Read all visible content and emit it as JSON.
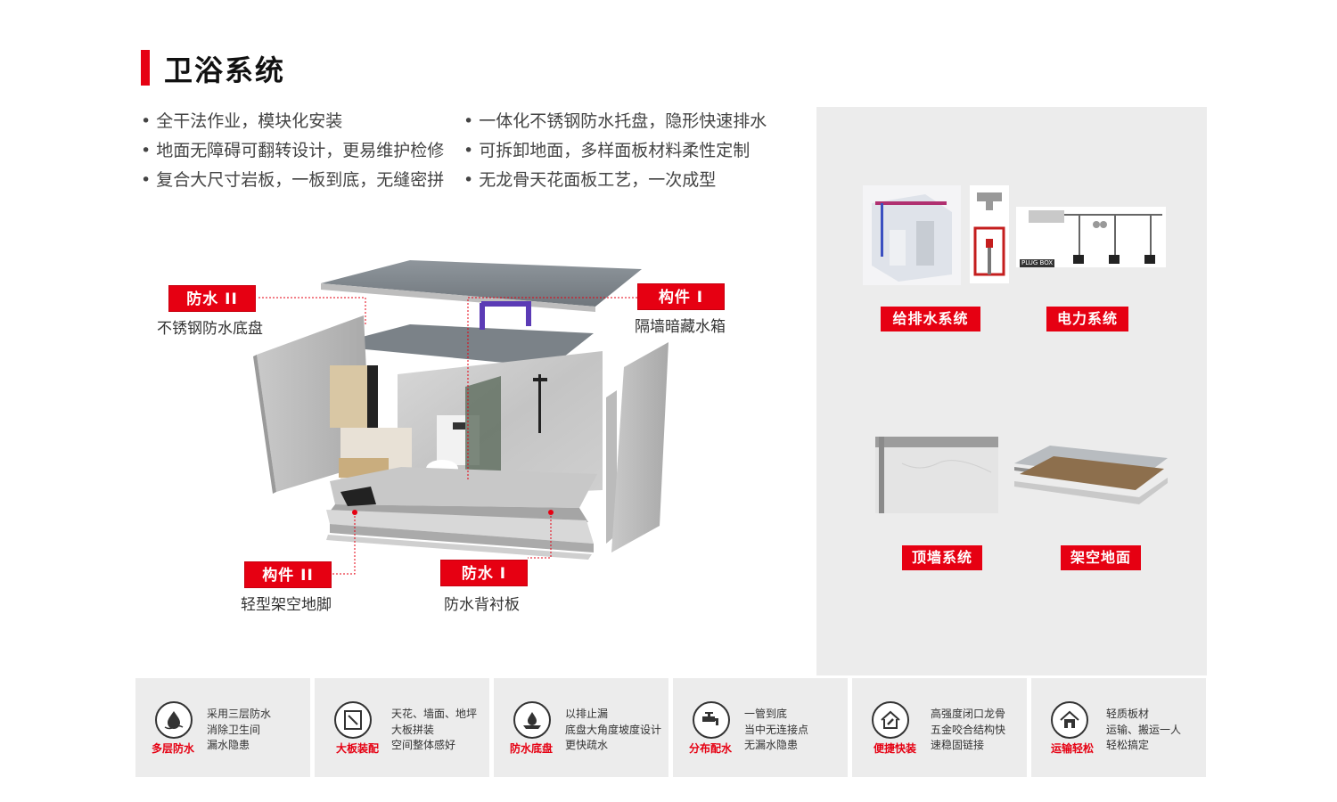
{
  "header": {
    "title": "卫浴系统"
  },
  "features": [
    "• 全干法作业，模块化安装",
    "• 一体化不锈钢防水托盘，隐形快速排水",
    "• 地面无障碍可翻转设计，更易维护检修",
    "• 可拆卸地面，多样面板材料柔性定制",
    "• 复合大尺寸岩板，一板到底，无缝密拼",
    "• 无龙骨天花面板工艺，一次成型"
  ],
  "diagram": {
    "tags": [
      {
        "label": "防水 II",
        "desc": "不锈钢防水底盘"
      },
      {
        "label": "构件 I",
        "desc": "隔墙暗藏水箱"
      },
      {
        "label": "构件 II",
        "desc": "轻型架空地脚"
      },
      {
        "label": "防水 I",
        "desc": "防水背衬板"
      }
    ]
  },
  "systems": [
    {
      "label": "给排水系统"
    },
    {
      "label": "电力系统"
    },
    {
      "label": "顶墙系统"
    },
    {
      "label": "架空地面"
    }
  ],
  "thumb_text": "PLUG BOX",
  "cards": [
    {
      "label": "多层防水",
      "icon": "water-drop-icon",
      "lines": [
        "采用三层防水",
        "消除卫生间",
        "漏水隐患"
      ]
    },
    {
      "label": "大板装配",
      "icon": "panel-icon",
      "lines": [
        "天花、墙面、地坪",
        "大板拼装",
        "空间整体感好"
      ]
    },
    {
      "label": "防水底盘",
      "icon": "tray-drop-icon",
      "lines": [
        "以排止漏",
        "底盘大角度坡度设计",
        "更快疏水"
      ]
    },
    {
      "label": "分布配水",
      "icon": "faucet-icon",
      "lines": [
        "一管到底",
        "当中无连接点",
        "无漏水隐患"
      ]
    },
    {
      "label": "便捷快装",
      "icon": "wrench-house-icon",
      "lines": [
        "高强度闭口龙骨",
        "五金咬合结构快",
        "速稳固链接"
      ]
    },
    {
      "label": "运输轻松",
      "icon": "house-icon",
      "lines": [
        "轻质板材",
        "运输、搬运一人",
        "轻松搞定"
      ]
    }
  ],
  "colors": {
    "accent": "#e60012",
    "panel": "#ececec"
  }
}
